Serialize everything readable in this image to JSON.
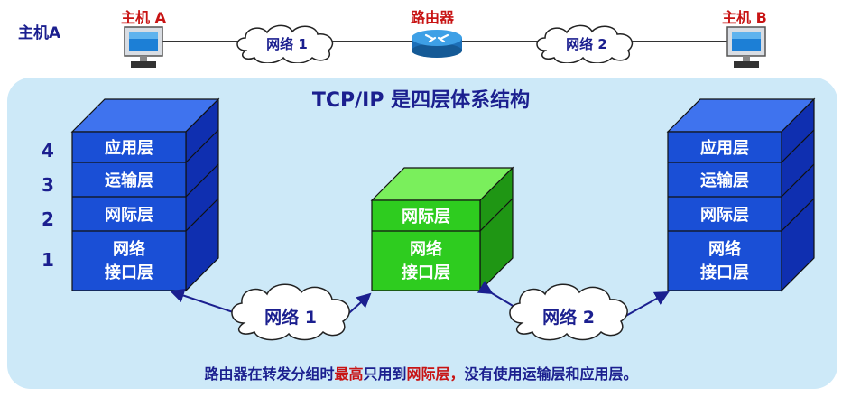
{
  "top": {
    "corner_label": "主机A",
    "host_a_label": "主机 A",
    "router_label": "路由器",
    "host_b_label": "主机 B",
    "net1_label": "网络 1",
    "net2_label": "网络 2"
  },
  "panel": {
    "title": "TCP/IP 是四层体系结构",
    "layer_numbers": [
      "4",
      "3",
      "2",
      "1"
    ],
    "host_a_stack": [
      "应用层",
      "运输层",
      "网际层",
      "网络\n接口层"
    ],
    "router_stack": [
      "网际层",
      "网络\n接口层"
    ],
    "host_b_stack": [
      "应用层",
      "运输层",
      "网际层",
      "网络\n接口层"
    ],
    "cloud1_label": "网络 1",
    "cloud2_label": "网络 2",
    "caption": {
      "part1": "路由器在转发分组时",
      "part2": "最高",
      "part3": "只用到",
      "part4": "网际层",
      "part5": "，",
      "part6": "没有使用运输层和应用层。"
    }
  },
  "colors": {
    "panel_bg": "#cde9f8",
    "stack_blue": "#1a4fd6",
    "stack_green": "#2ecc1f",
    "dark_text": "#1b1f8f",
    "red_text": "#c81414"
  }
}
